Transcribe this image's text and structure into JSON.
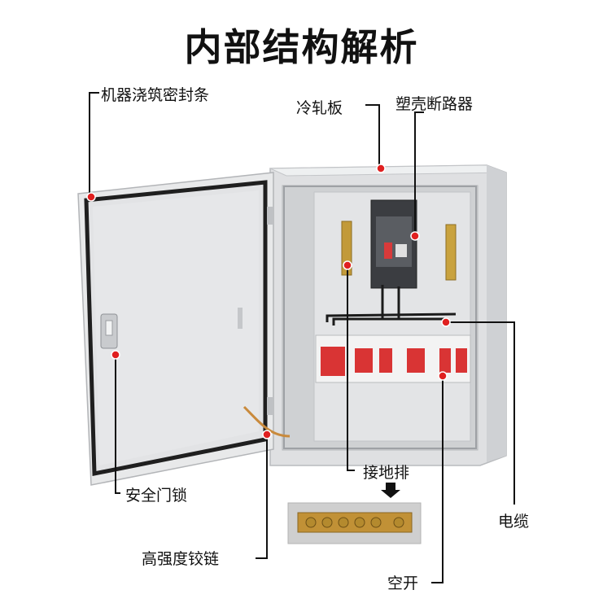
{
  "title": "内部结构解析",
  "labels": {
    "seal": "机器浇筑密封条",
    "cold_plate": "冷轧板",
    "mccb": "塑壳断路器",
    "ground_bar": "接地排",
    "door_lock": "安全门锁",
    "cable": "电缆",
    "hinge": "高强度铰链",
    "breaker": "空开"
  },
  "colors": {
    "leader": "#111111",
    "marker": "#e02020",
    "cabinet": "#e7e8e9",
    "gasket": "#2a2a2a"
  }
}
